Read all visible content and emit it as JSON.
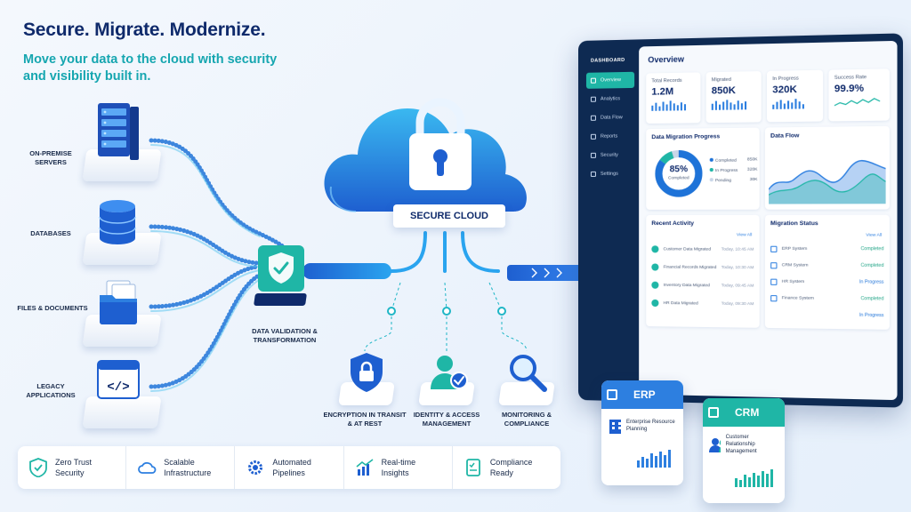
{
  "hero": {
    "headline": "Secure. Migrate. Modernize.",
    "subline": "Move your data to the cloud with security and visibility built in."
  },
  "sources": [
    {
      "label": "ON-PREMISE SERVERS",
      "icon": "server-rack-icon"
    },
    {
      "label": "DATABASES",
      "icon": "database-icon"
    },
    {
      "label": "FILES & DOCUMENTS",
      "icon": "folder-icon"
    },
    {
      "label": "LEGACY APPLICATIONS",
      "icon": "code-window-icon"
    }
  ],
  "validation": {
    "label": "DATA VALIDATION & TRANSFORMATION",
    "icon": "shield-check-icon"
  },
  "cloud": {
    "label": "SECURE CLOUD",
    "icon": "padlock-icon"
  },
  "features": [
    {
      "label": "ENCRYPTION IN TRANSIT & AT REST",
      "icon": "lock-shield-icon"
    },
    {
      "label": "IDENTITY & ACCESS MANAGEMENT",
      "icon": "user-check-icon"
    },
    {
      "label": "MONITORING & COMPLIANCE",
      "icon": "magnifier-icon"
    }
  ],
  "bottom_bar": [
    {
      "label": "Zero Trust Security",
      "line1": "Zero Trust",
      "line2": "Security",
      "icon": "shield-check-icon"
    },
    {
      "label": "Scalable Infrastructure",
      "line1": "Scalable",
      "line2": "Infrastructure",
      "icon": "cloud-outline-icon"
    },
    {
      "label": "Automated Pipelines",
      "line1": "Automated",
      "line2": "Pipelines",
      "icon": "gear-icon"
    },
    {
      "label": "Real-time Insights",
      "line1": "Real-time",
      "line2": "Insights",
      "icon": "bar-trend-icon"
    },
    {
      "label": "Compliance Ready",
      "line1": "Compliance",
      "line2": "Ready",
      "icon": "checklist-icon"
    }
  ],
  "dashboard": {
    "brand": "DASHBOARD",
    "nav": [
      "Overview",
      "Analytics",
      "Data Flow",
      "Reports",
      "Security",
      "Settings"
    ],
    "active_nav": "Overview",
    "title": "Overview",
    "stats": [
      {
        "label": "Total Records",
        "value": "1.2M"
      },
      {
        "label": "Migrated",
        "value": "850K"
      },
      {
        "label": "In Progress",
        "value": "320K"
      },
      {
        "label": "Success Rate",
        "value": "99.9%"
      }
    ],
    "progress": {
      "title": "Data Migration Progress",
      "percent_text": "85%",
      "percent_caption": "Completed",
      "percent_value": 85,
      "legend": [
        {
          "label": "Completed",
          "value": "850K",
          "color": "#1e73d8"
        },
        {
          "label": "In Progress",
          "value": "320K",
          "color": "#1fb6a6"
        },
        {
          "label": "Pending",
          "value": "30K",
          "color": "#c9d6e8"
        }
      ]
    },
    "data_flow": {
      "title": "Data Flow"
    },
    "recent": {
      "title": "Recent Activity",
      "view_all": "View All",
      "items": [
        {
          "label": "Customer Data Migrated",
          "time": "Today, 10:45 AM"
        },
        {
          "label": "Financial Records Migrated",
          "time": "Today, 10:30 AM"
        },
        {
          "label": "Inventory Data Migrated",
          "time": "Today, 09:45 AM"
        },
        {
          "label": "HR Data Migrated",
          "time": "Today, 09:30 AM"
        }
      ]
    },
    "migration_status": {
      "title": "Migration Status",
      "view_all": "View All",
      "items": [
        {
          "system": "ERP System",
          "status": "Completed"
        },
        {
          "system": "CRM System",
          "status": "Completed"
        },
        {
          "system": "HR System",
          "status": "In Progress"
        },
        {
          "system": "Finance System",
          "status": "Completed"
        },
        {
          "system": "",
          "status": "In Progress"
        }
      ]
    }
  },
  "float_cards": [
    {
      "title": "ERP",
      "subtitle": "Enterprise Resource Planning",
      "color": "#2d7fe0"
    },
    {
      "title": "CRM",
      "subtitle": "Customer Relationship Management",
      "color": "#1fb6a6"
    }
  ],
  "colors": {
    "navy": "#0f2a6b",
    "teal": "#16a6b0",
    "blue": "#1e73d8",
    "accent_green": "#1fb6a6"
  }
}
